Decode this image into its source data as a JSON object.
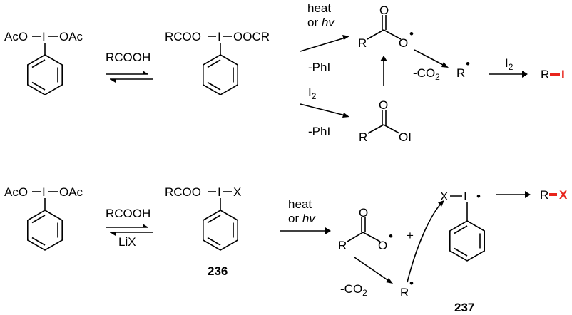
{
  "colors": {
    "accent": "#e8241c",
    "ink": "#000000",
    "background": "#ffffff"
  },
  "top": {
    "start": {
      "left": "AcO",
      "center": "I",
      "right": "OAc"
    },
    "equilibrium_label": "RCOOH",
    "intermediate": {
      "left": "RCOO",
      "center": "I",
      "right": "OOCR"
    },
    "cond_heat_line1": "heat",
    "cond_heat_line2_prefix": "or ",
    "cond_heat_line2_italic": "hv",
    "cond_phi_1": "-PhI",
    "acyloxy_radical": {
      "r": "R",
      "o_top": "O",
      "o_right": "O",
      "dot": "•"
    },
    "decarbox": {
      "minus": "-CO",
      "sub": "2"
    },
    "alkyl_radical": {
      "r": "R",
      "dot": "•"
    },
    "iodine_reagent": {
      "main": "I",
      "sub": "2"
    },
    "product": {
      "r": "R",
      "x": "I"
    },
    "cond_i2_main": "I",
    "cond_i2_sub": "2",
    "cond_phi_2": "-PhI",
    "acyl_hypoiodite": {
      "r": "R",
      "o_top": "O",
      "oi": "OI"
    }
  },
  "bottom": {
    "start": {
      "left": "AcO",
      "center": "I",
      "right": "OAc"
    },
    "equilibrium_label_top": "RCOOH",
    "equilibrium_label_bottom": "LiX",
    "intermediate": {
      "left": "RCOO",
      "center": "I",
      "right": "X"
    },
    "compound_236": "236",
    "cond_heat_line1": "heat",
    "cond_heat_line2_prefix": "or ",
    "cond_heat_line2_italic": "hv",
    "acyloxy_radical": {
      "r": "R",
      "o_top": "O",
      "o_right": "O",
      "dot": "•"
    },
    "plus": "+",
    "iodanyl_radical": {
      "x": "X",
      "center": "I",
      "dot": "•"
    },
    "compound_237": "237",
    "decarbox": {
      "minus": "-CO",
      "sub": "2"
    },
    "alkyl_radical": {
      "r": "R",
      "dot": "•"
    },
    "product": {
      "r": "R",
      "x": "X"
    }
  }
}
